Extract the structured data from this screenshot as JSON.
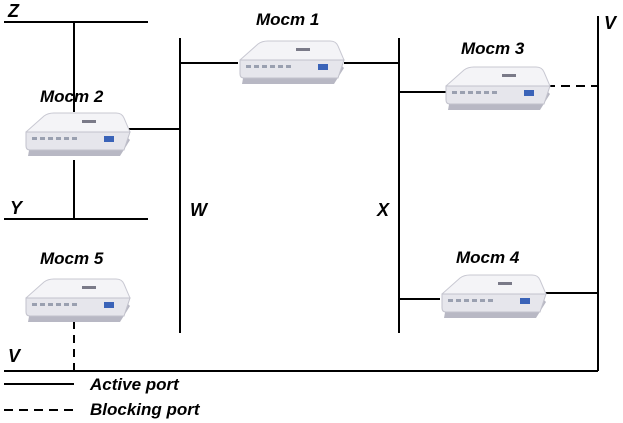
{
  "devices": [
    {
      "id": "bridge-1",
      "label": "Мост 1"
    },
    {
      "id": "bridge-2",
      "label": "Мост 2"
    },
    {
      "id": "bridge-3",
      "label": "Мост 3"
    },
    {
      "id": "bridge-4",
      "label": "Мост 4"
    },
    {
      "id": "bridge-5",
      "label": "Мост 5"
    }
  ],
  "segments": {
    "z": "Z",
    "y": "Y",
    "w": "W",
    "x": "X",
    "v_top": "V",
    "v_bottom": "V"
  },
  "legend": {
    "active": "Active port",
    "blocking": "Blocking port"
  },
  "colors": {
    "line": "#000000",
    "device_body": "#e9e9ee",
    "device_shadow": "#b8b8c4",
    "device_led": "#3a63b8"
  }
}
